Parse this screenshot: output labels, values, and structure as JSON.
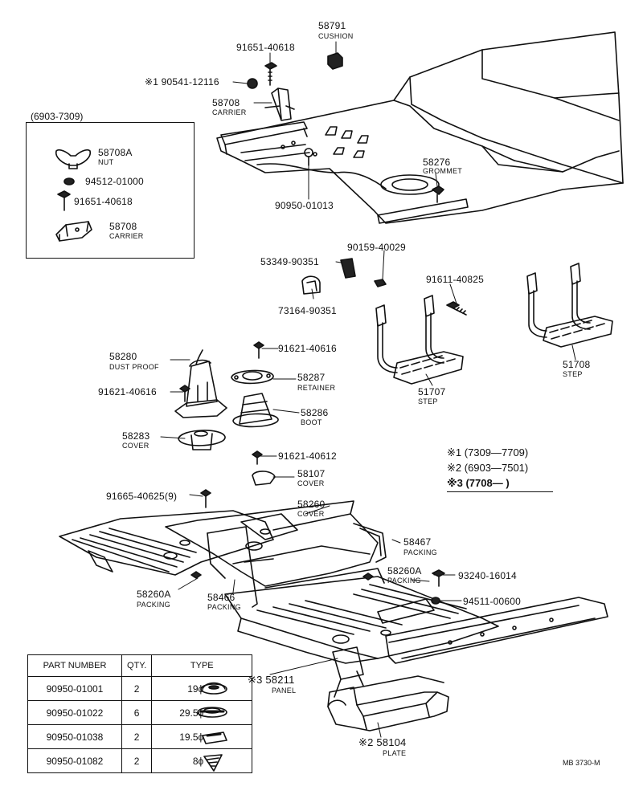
{
  "inset": {
    "title": "(6903-7309)",
    "items": [
      {
        "number": "58708A",
        "caption": "NUT"
      },
      {
        "number": "94512-01000",
        "caption": ""
      },
      {
        "number": "91651-40618",
        "caption": ""
      },
      {
        "number": "58708",
        "caption": "CARRIER"
      }
    ]
  },
  "callouts": [
    {
      "id": "c58791",
      "number": "58791",
      "caption": "CUSHION"
    },
    {
      "id": "c91651",
      "number": "91651-40618",
      "caption": ""
    },
    {
      "id": "c90541",
      "number": "※1 90541-12116",
      "caption": ""
    },
    {
      "id": "c58708",
      "number": "58708",
      "caption": "CARRIER"
    },
    {
      "id": "c58276",
      "number": "58276",
      "caption": "GROMMET"
    },
    {
      "id": "c90950",
      "number": "90950-01013",
      "caption": ""
    },
    {
      "id": "c90159",
      "number": "90159-40029",
      "caption": ""
    },
    {
      "id": "c53349",
      "number": "53349-90351",
      "caption": ""
    },
    {
      "id": "c91611",
      "number": "91611-40825",
      "caption": ""
    },
    {
      "id": "c73164",
      "number": "73164-90351",
      "caption": ""
    },
    {
      "id": "c91621a",
      "number": "91621-40616",
      "caption": ""
    },
    {
      "id": "c58280",
      "number": "58280",
      "caption": "DUST PROOF"
    },
    {
      "id": "c58287",
      "number": "58287",
      "caption": "RETAINER"
    },
    {
      "id": "c91621b",
      "number": "91621-40616",
      "caption": ""
    },
    {
      "id": "c51707",
      "number": "51707",
      "caption": "STEP"
    },
    {
      "id": "c51708",
      "number": "51708",
      "caption": "STEP"
    },
    {
      "id": "c58286",
      "number": "58286",
      "caption": "BOOT"
    },
    {
      "id": "c58283",
      "number": "58283",
      "caption": "COVER"
    },
    {
      "id": "c91621c",
      "number": "91621-40612",
      "caption": ""
    },
    {
      "id": "c58107",
      "number": "58107",
      "caption": "COVER"
    },
    {
      "id": "c91665",
      "number": "91665-40625(9)",
      "caption": ""
    },
    {
      "id": "c58260",
      "number": "58260",
      "caption": "COVER"
    },
    {
      "id": "c58467",
      "number": "58467",
      "caption": "PACKING"
    },
    {
      "id": "c58260Ar",
      "number": "58260A",
      "caption": "PACKING"
    },
    {
      "id": "c93240",
      "number": "93240-16014",
      "caption": ""
    },
    {
      "id": "c58260Al",
      "number": "58260A",
      "caption": "PACKING"
    },
    {
      "id": "c58466",
      "number": "58466",
      "caption": "PACKING"
    },
    {
      "id": "c94511",
      "number": "94511-00600",
      "caption": ""
    },
    {
      "id": "c58211",
      "number": "※3 58211",
      "caption": "PANEL"
    },
    {
      "id": "c58104",
      "number": "※2 58104",
      "caption": "PLATE"
    }
  ],
  "notes": [
    "※1 (7309—7709)",
    "※2 (6903—7501)",
    "※3 (7708—      )"
  ],
  "table": {
    "headers": [
      "PART NUMBER",
      "QTY.",
      "TYPE"
    ],
    "rows": [
      {
        "part": "90950-01001",
        "qty": "2",
        "size": "19ϕ"
      },
      {
        "part": "90950-01022",
        "qty": "6",
        "size": "29.5ϕ"
      },
      {
        "part": "90950-01038",
        "qty": "2",
        "size": "19.5ϕ"
      },
      {
        "part": "90950-01082",
        "qty": "2",
        "size": "8ϕ"
      }
    ]
  },
  "footer_code": "MB 3730-M"
}
